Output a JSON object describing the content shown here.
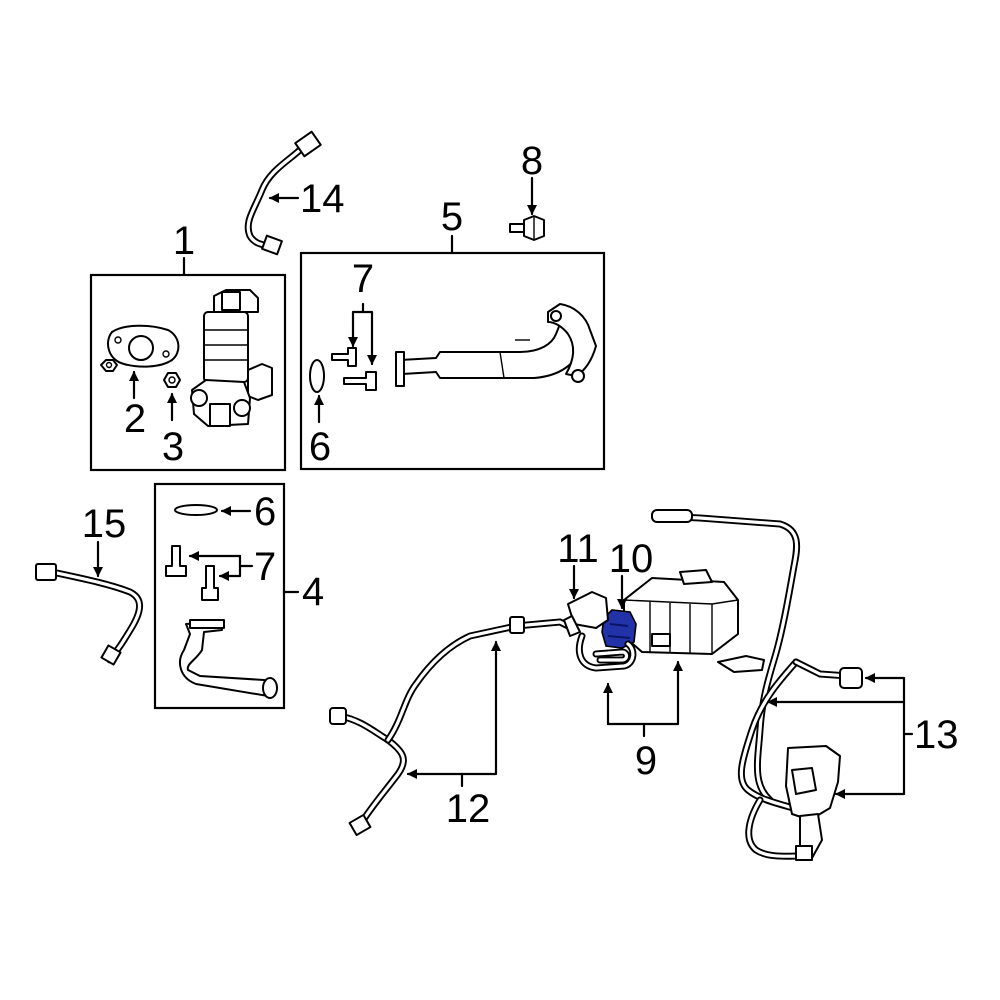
{
  "callouts": {
    "c1": "1",
    "c2": "2",
    "c3": "3",
    "c4": "4",
    "c5": "5",
    "c6a": "6",
    "c6b": "6",
    "c7a": "7",
    "c7b": "7",
    "c8": "8",
    "c9": "9",
    "c10": "10",
    "c11": "11",
    "c12": "12",
    "c13": "13",
    "c14": "14",
    "c15": "15"
  },
  "colors": {
    "line": "#000000",
    "highlight": "#2233aa",
    "background": "#ffffff"
  }
}
